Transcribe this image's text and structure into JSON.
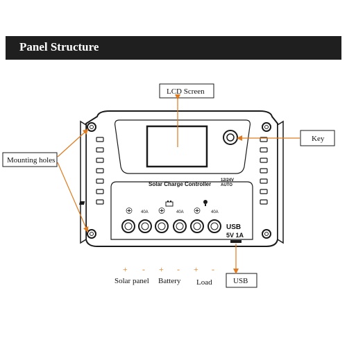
{
  "header": {
    "title": "Panel Structure"
  },
  "callouts": {
    "lcd_screen": "LCD Screen",
    "key": "Key",
    "mounting_holes": "Mounting holes",
    "usb": "USB"
  },
  "device": {
    "name": "Solar Charge Controller",
    "voltage": "12/24V",
    "mode": "AUTO",
    "usb_label": "USB",
    "usb_spec": "5V 1A",
    "terminal_ratings": [
      "40A",
      "40A",
      "40A"
    ]
  },
  "terminals": {
    "polarity": [
      "+",
      "-",
      "+",
      "-",
      "+",
      "-"
    ],
    "groups": [
      "Solar panel",
      "Battery",
      "Load"
    ]
  },
  "colors": {
    "accent": "#e07a1e",
    "outline": "#1a1a1a",
    "banner": "#1f1f1f"
  }
}
